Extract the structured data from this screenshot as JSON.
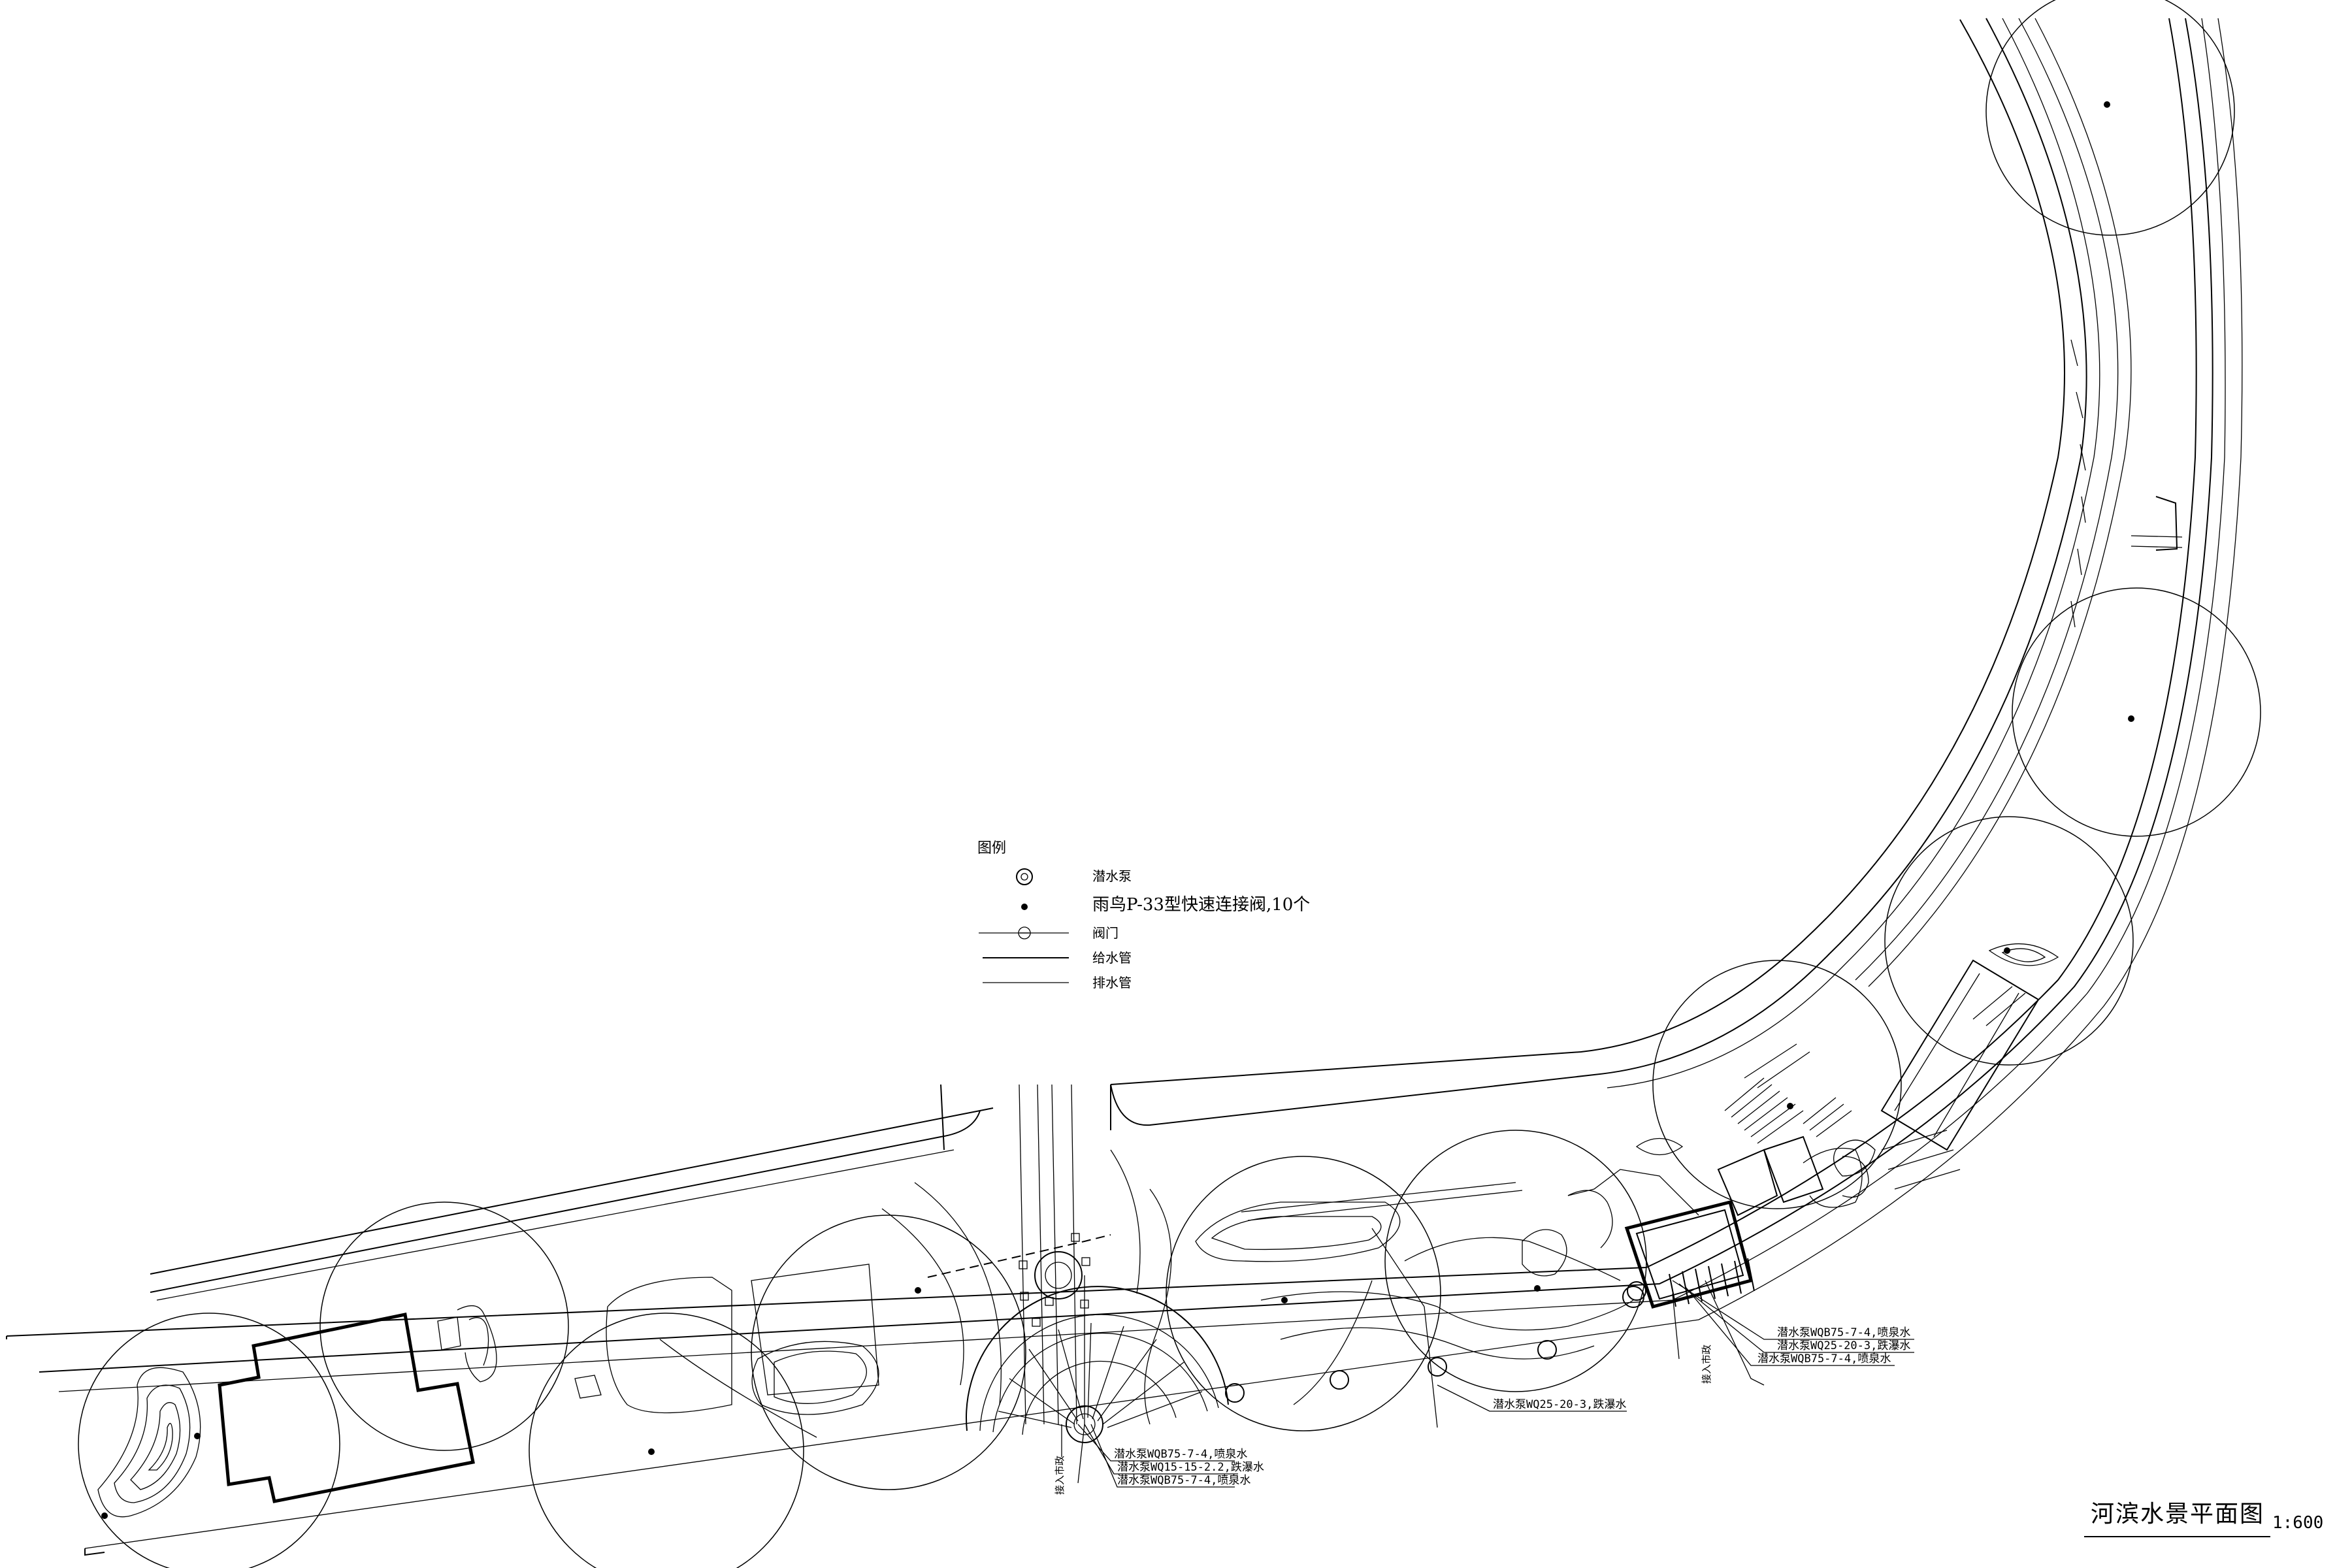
{
  "legend": {
    "title": "图例",
    "items": [
      {
        "icon": "submersible-pump-icon",
        "label": "潜水泵"
      },
      {
        "icon": "valve-dot-icon",
        "label": "雨鸟P-33型快速连接阀,10个"
      },
      {
        "icon": "gate-valve-icon",
        "label": "阀门"
      },
      {
        "icon": "supply-pipe-icon",
        "label": "给水管"
      },
      {
        "icon": "drain-pipe-icon",
        "label": "排水管"
      }
    ]
  },
  "callouts": {
    "group_center": [
      "潜水泵WQB75-7-4,喷泉水",
      "潜水泵WQ15-15-2.2,跌瀑水",
      "潜水泵WQB75-7-4,喷泉水"
    ],
    "group_middle": [
      "潜水泵WQ25-20-3,跌瀑水"
    ],
    "group_right": [
      "潜水泵WQB75-7-4,喷泉水",
      "潜水泵WQ25-20-3,跌瀑水",
      "潜水泵WQB75-7-4,喷泉水"
    ]
  },
  "vertical_labels": {
    "center": "接入市政",
    "right": "接入市政"
  },
  "title_block": {
    "title": "河滨水景平面图",
    "scale": "1:600"
  }
}
